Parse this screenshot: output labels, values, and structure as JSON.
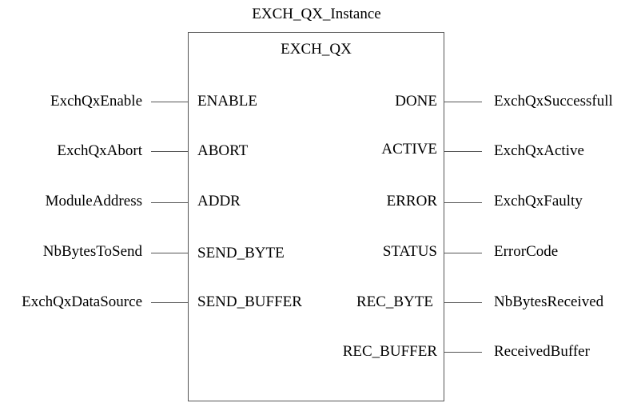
{
  "instance_name": "EXCH_QX_Instance",
  "block_type": "EXCH_QX",
  "inputs": [
    {
      "variable": "ExchQxEnable",
      "pin": "ENABLE"
    },
    {
      "variable": "ExchQxAbort",
      "pin": "ABORT"
    },
    {
      "variable": "ModuleAddress",
      "pin": "ADDR"
    },
    {
      "variable": "NbBytesToSend",
      "pin": "SEND_BYTE"
    },
    {
      "variable": "ExchQxDataSource",
      "pin": "SEND_BUFFER"
    }
  ],
  "outputs": [
    {
      "pin": "DONE",
      "variable": "ExchQxSuccessfull"
    },
    {
      "pin": "ACTIVE",
      "variable": "ExchQxActive"
    },
    {
      "pin": "ERROR",
      "variable": "ExchQxFaulty"
    },
    {
      "pin": "STATUS",
      "variable": "ErrorCode"
    },
    {
      "pin": "REC_BYTE",
      "variable": "NbBytesReceived"
    },
    {
      "pin": "REC_BUFFER",
      "variable": "ReceivedBuffer"
    }
  ]
}
